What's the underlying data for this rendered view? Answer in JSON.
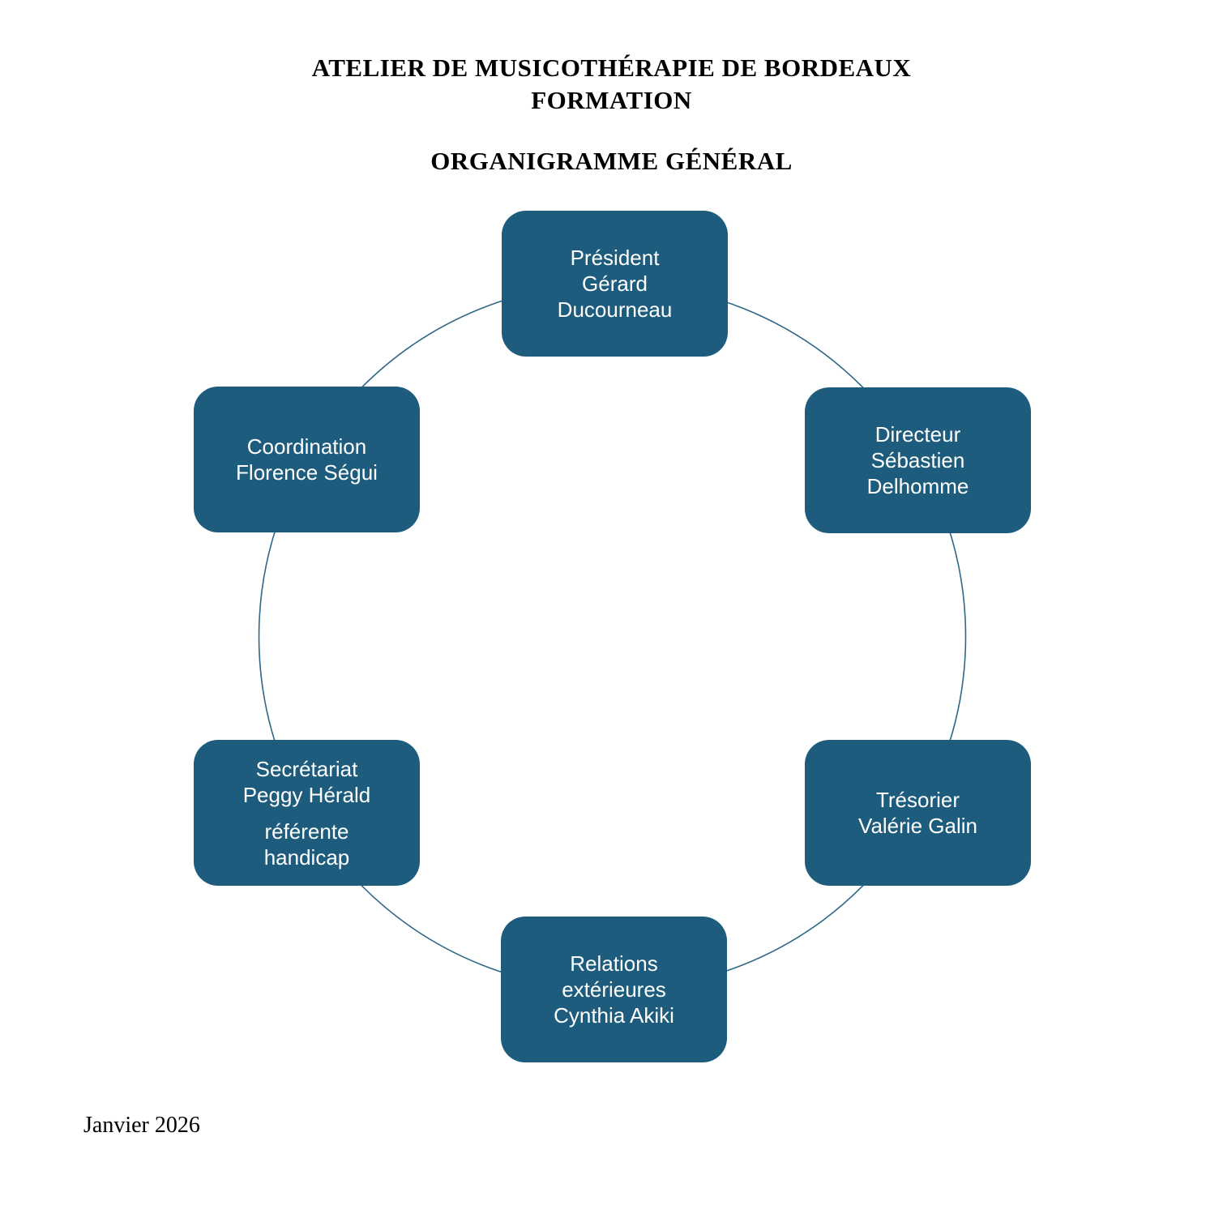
{
  "header": {
    "title_line1": "ATELIER DE MUSICOTHÉRAPIE DE BORDEAUX",
    "title_line2": "FORMATION",
    "subtitle": "ORGANIGRAMME GÉNÉRAL"
  },
  "footer": {
    "date": "Janvier 2026"
  },
  "colors": {
    "node_fill": "#1D5C7C",
    "node_text": "#FFFFFF",
    "circle_stroke": "#2E6787",
    "title_text": "#000000",
    "background": "#FFFFFF"
  },
  "diagram": {
    "type": "cycle",
    "nodes": [
      {
        "role": "Président",
        "lines": [
          "Président",
          "Gérard",
          "Ducourneau"
        ]
      },
      {
        "role": "Directeur",
        "lines": [
          "Directeur",
          "Sébastien",
          "Delhomme"
        ]
      },
      {
        "role": "Trésorier",
        "lines": [
          "Trésorier",
          "Valérie Galin"
        ]
      },
      {
        "role": "Relations extérieures",
        "lines": [
          "Relations",
          "extérieures",
          "Cynthia Akiki"
        ]
      },
      {
        "role": "Secrétariat",
        "lines": [
          "Secrétariat",
          "Peggy Hérald",
          "référente",
          "handicap"
        ]
      },
      {
        "role": "Coordination",
        "lines": [
          "Coordination",
          "Florence Ségui"
        ]
      }
    ]
  }
}
